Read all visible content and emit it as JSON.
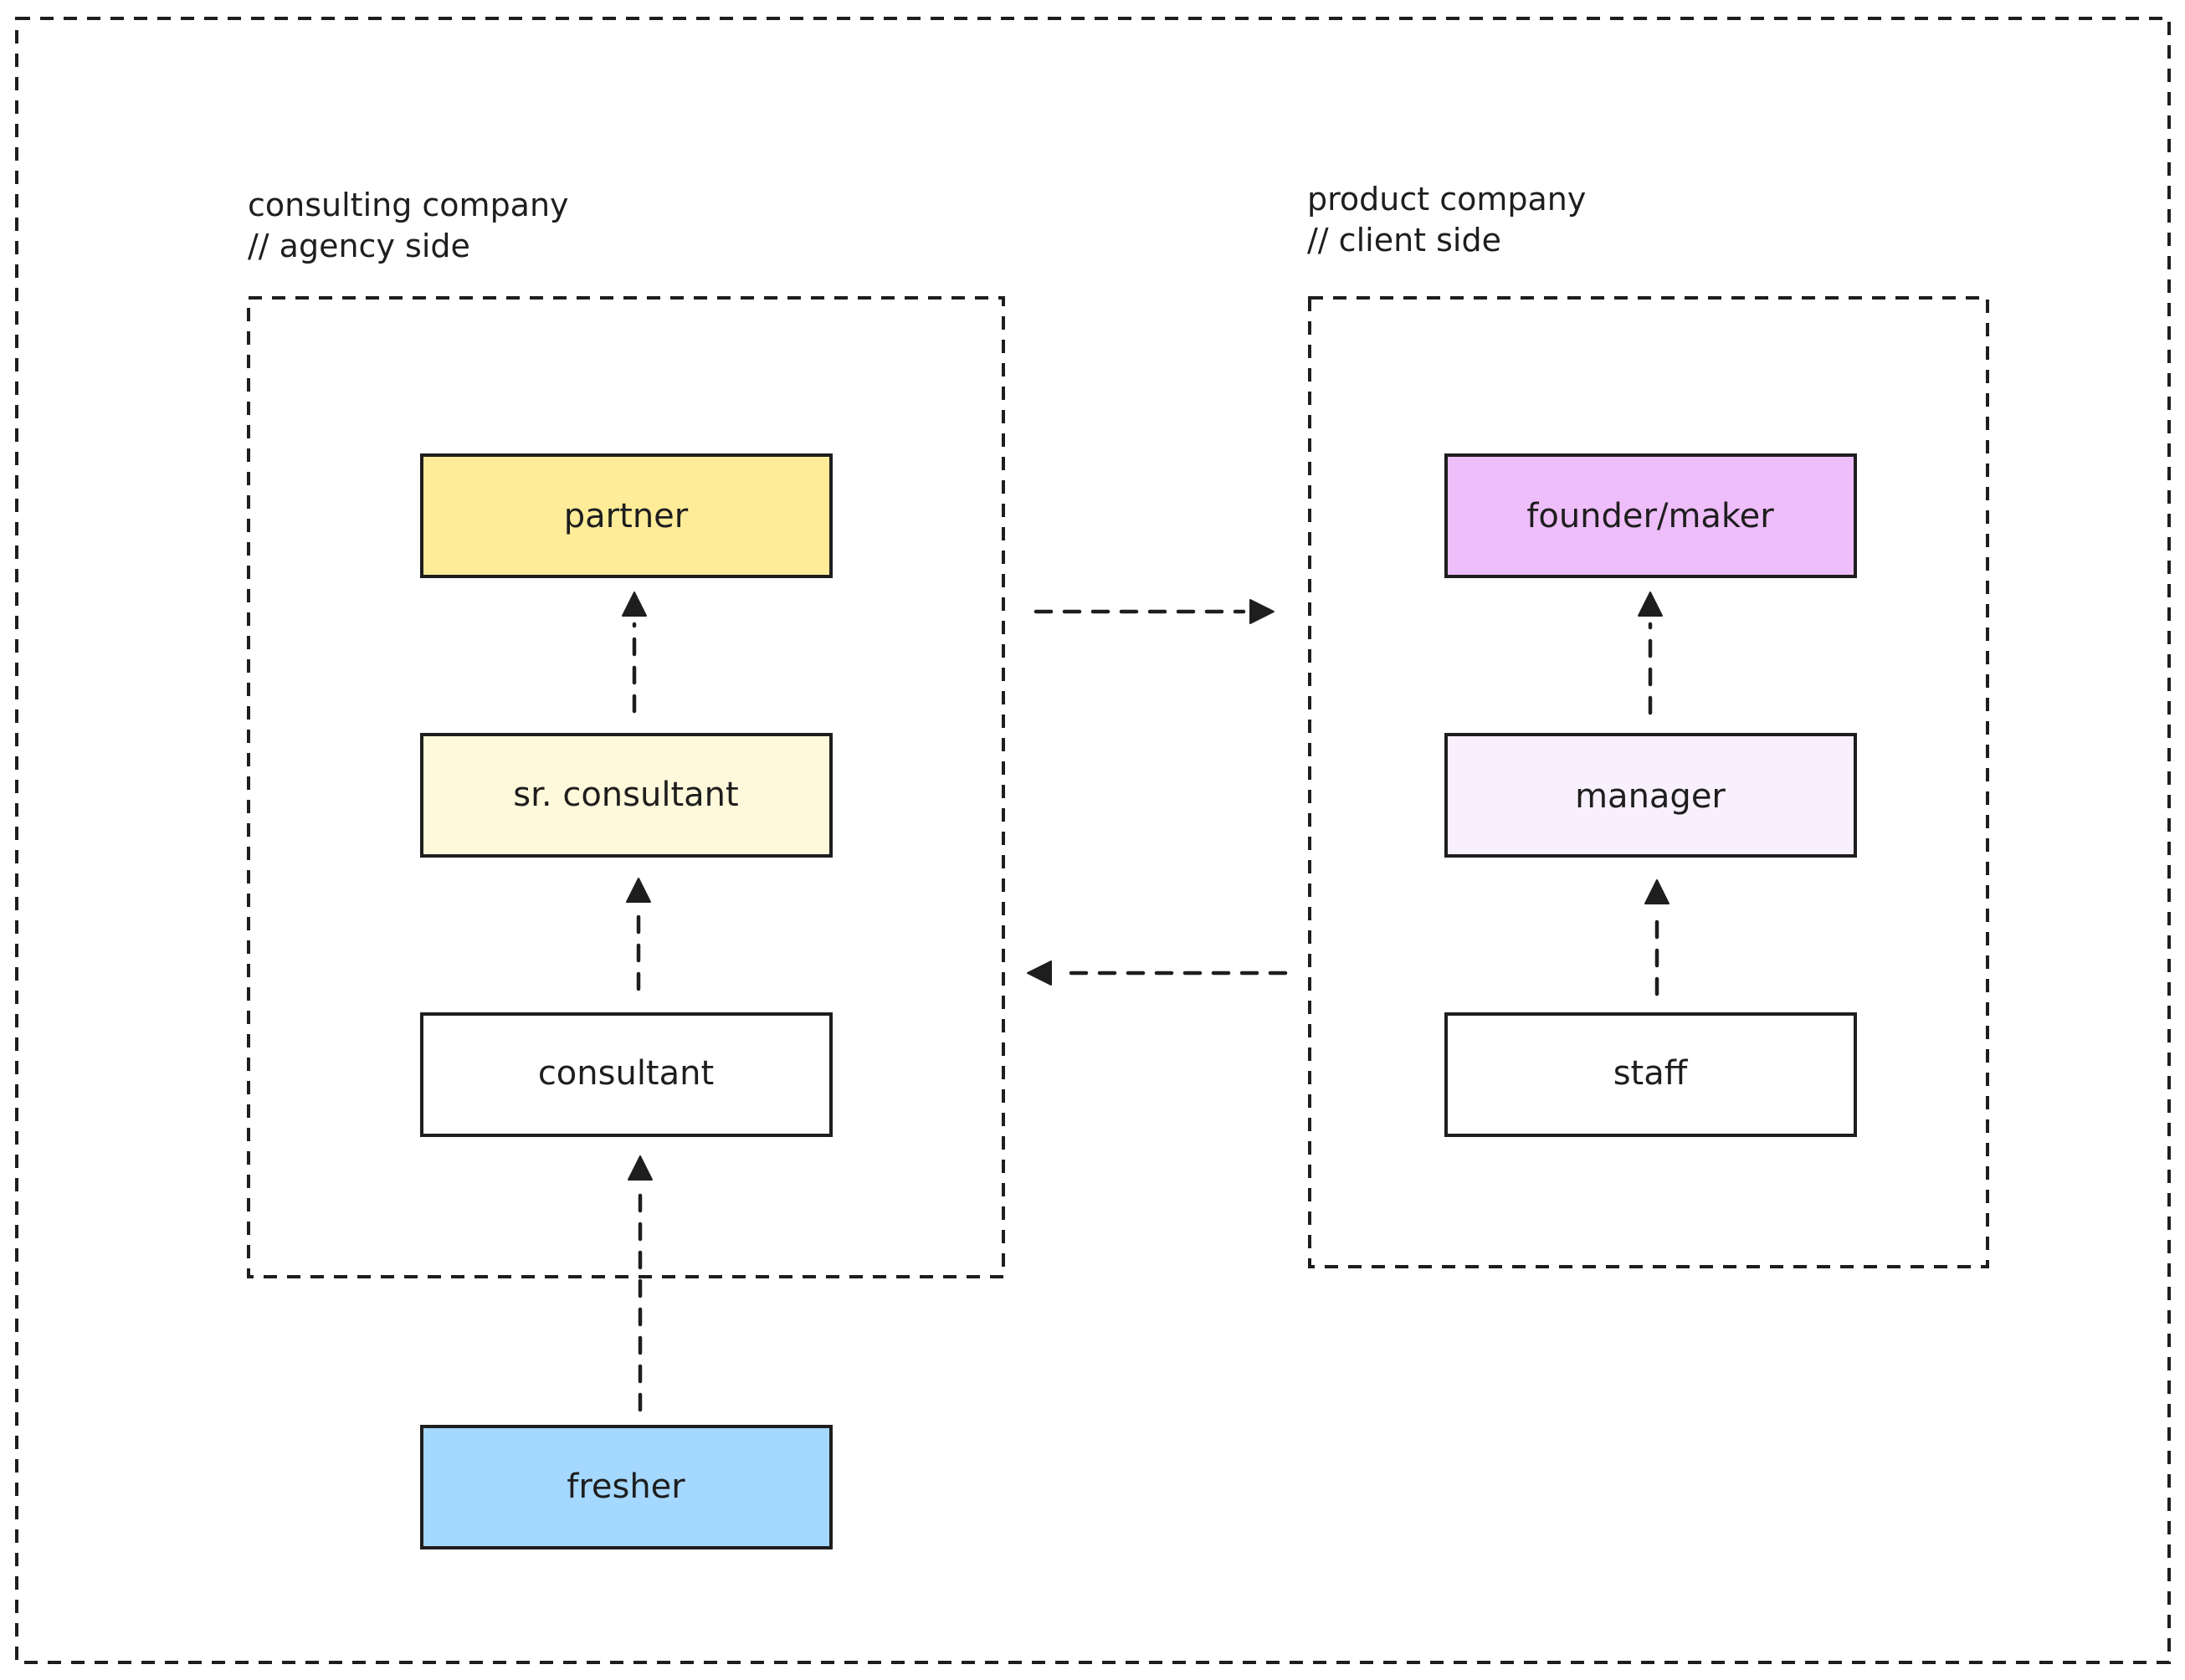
{
  "groups": {
    "consulting": {
      "title": "consulting company",
      "subtitle": "// agency side"
    },
    "product": {
      "title": "product company",
      "subtitle": "// client side"
    }
  },
  "nodes": {
    "partner": {
      "label": "partner",
      "fill": "#ffec99"
    },
    "sr_consultant": {
      "label": "sr. consultant",
      "fill": "#fff9db"
    },
    "consultant": {
      "label": "consultant",
      "fill": "#ffffff"
    },
    "fresher": {
      "label": "fresher",
      "fill": "#a5d8ff"
    },
    "founder_maker": {
      "label": "founder/maker",
      "fill": "#eebefa"
    },
    "manager": {
      "label": "manager",
      "fill": "#f8f0fc"
    },
    "staff": {
      "label": "staff",
      "fill": "#ffffff"
    }
  },
  "edges": [
    {
      "from": "fresher",
      "to": "consultant"
    },
    {
      "from": "consultant",
      "to": "sr_consultant"
    },
    {
      "from": "sr_consultant",
      "to": "partner"
    },
    {
      "from": "staff",
      "to": "manager"
    },
    {
      "from": "manager",
      "to": "founder_maker"
    },
    {
      "from": "consulting",
      "to": "product"
    },
    {
      "from": "product",
      "to": "consulting"
    }
  ]
}
